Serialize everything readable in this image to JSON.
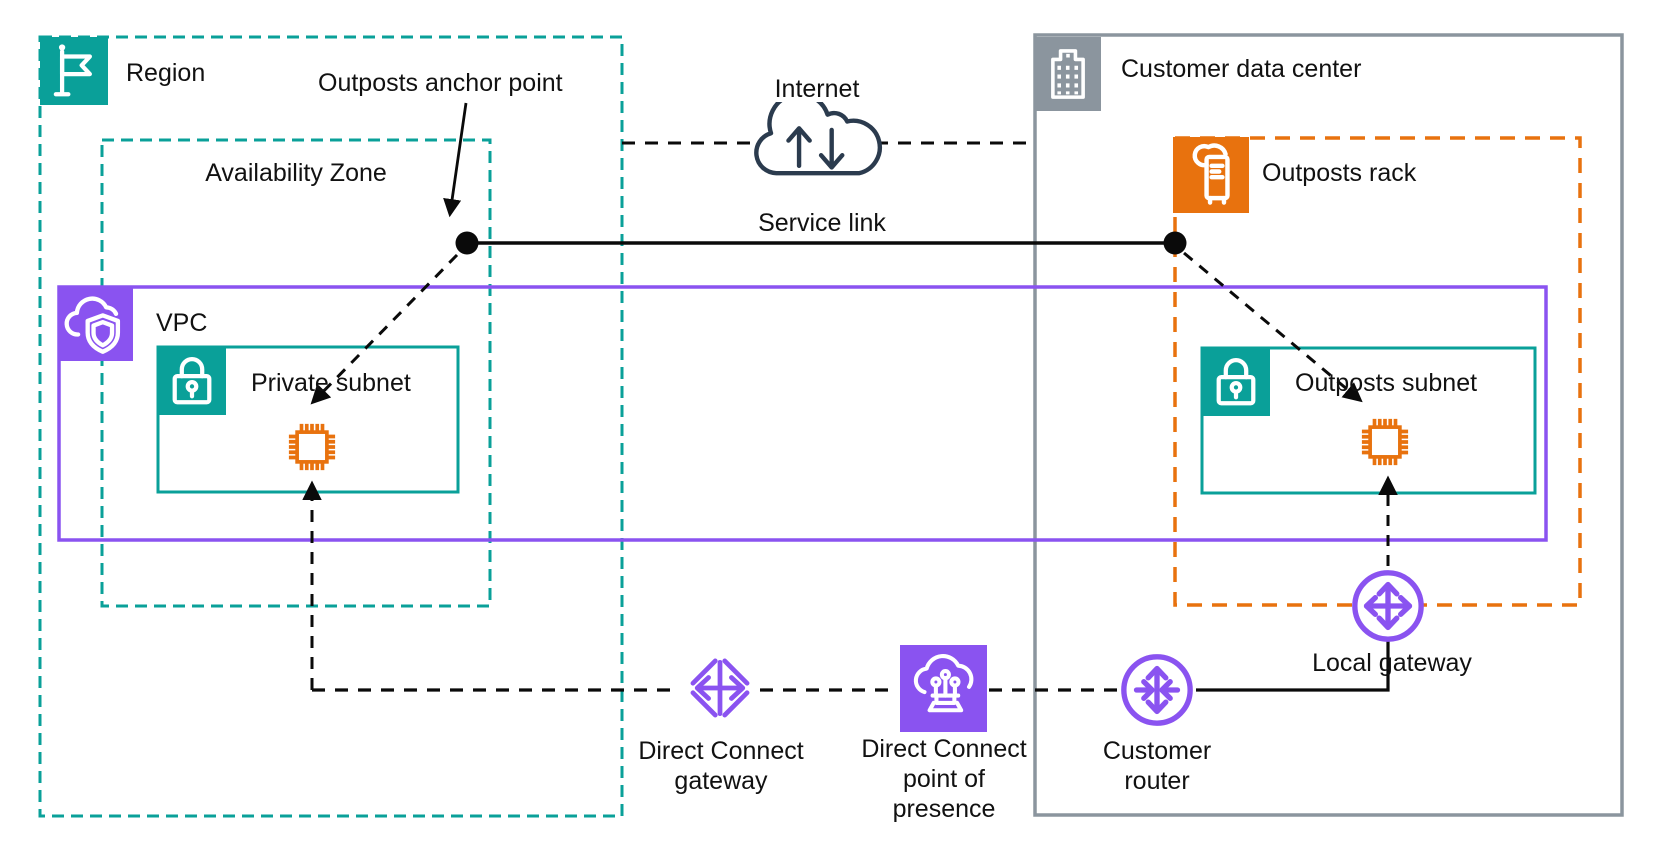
{
  "containers": {
    "region": "Region",
    "availability_zone": "Availability Zone",
    "vpc": "VPC",
    "private_subnet": "Private subnet",
    "customer_data_center": "Customer data center",
    "outposts_rack": "Outposts rack",
    "outposts_subnet": "Outposts subnet"
  },
  "connections": {
    "internet": "Internet",
    "service_link": "Service link",
    "anchor_point": "Outposts anchor point"
  },
  "nodes": {
    "direct_connect_gateway": {
      "line1": "Direct Connect",
      "line2": "gateway"
    },
    "direct_connect_pop": {
      "line1": "Direct Connect",
      "line2": "point of",
      "line3": "presence"
    },
    "customer_router": {
      "line1": "Customer",
      "line2": "router"
    },
    "local_gateway": {
      "label": "Local gateway"
    }
  },
  "icon_names": {
    "region": "flag-icon",
    "vpc": "cloud-shield-icon",
    "subnet": "lock-icon",
    "customer_data_center": "building-icon",
    "outposts_rack": "rack-cloud-icon",
    "instance": "chip-icon",
    "internet": "cloud-updown-arrows-icon",
    "direct_connect_gateway": "diamond-cross-arrows-icon",
    "direct_connect_pop": "cloud-circuit-icon",
    "router": "circle-cross-arrows-icon"
  },
  "colors": {
    "teal": "#0aa099",
    "purple": "#8a53f0",
    "orange": "#e8720e",
    "gray": "#8b959e",
    "cloud_navy": "#2b3b4e",
    "line_black": "#0a0a0a",
    "text": "#111111",
    "background": "#ffffff"
  }
}
